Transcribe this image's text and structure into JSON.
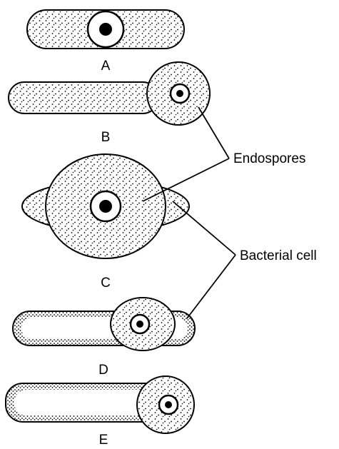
{
  "figure": {
    "panels": [
      {
        "label": "A",
        "spore_position": "central"
      },
      {
        "label": "B",
        "spore_position": "terminal"
      },
      {
        "label": "C",
        "spore_position": "central"
      },
      {
        "label": "D",
        "spore_position": "subterminal"
      },
      {
        "label": "E",
        "spore_position": "terminal"
      }
    ],
    "callouts": {
      "endospores": "Endospores",
      "bacterial_cell": "Bacterial cell"
    }
  },
  "colors": {
    "ink": "#000000",
    "background": "#ffffff"
  }
}
